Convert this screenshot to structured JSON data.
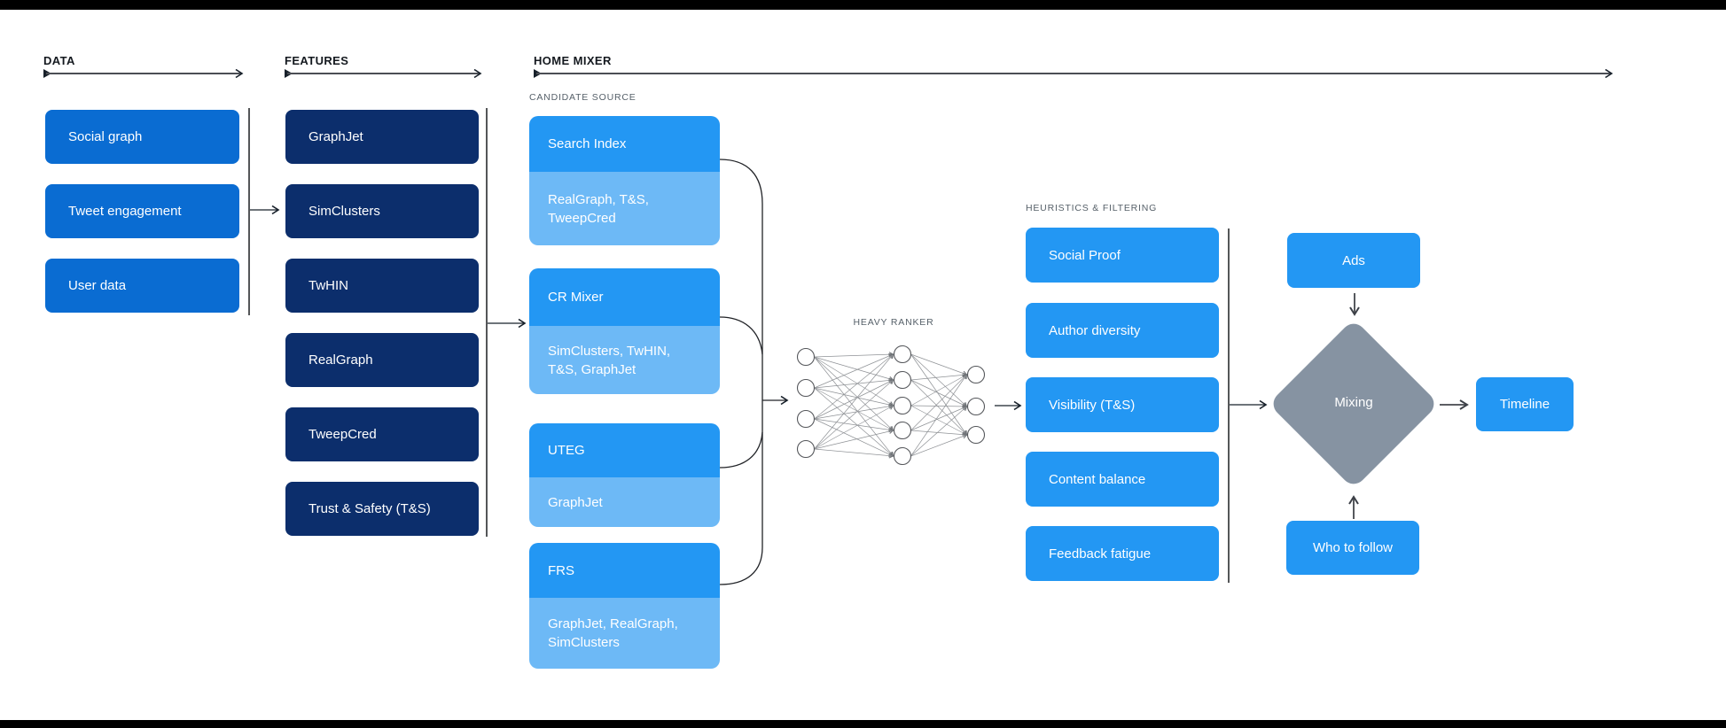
{
  "colors": {
    "mid-blue": "#0a6cd2",
    "navy": "#0c2e6c",
    "bright": "#2397f3",
    "light": "#6db9f6",
    "diamond": "#8693a2",
    "ink": "#14191f",
    "label": "#566069",
    "bar": "#000000",
    "bg": "#ffffff"
  },
  "sections": {
    "data": {
      "label": "DATA",
      "items": [
        "Social graph",
        "Tweet engagement",
        "User data"
      ]
    },
    "features": {
      "label": "FEATURES",
      "items": [
        "GraphJet",
        "SimClusters",
        "TwHIN",
        "RealGraph",
        "TweepCred",
        "Trust & Safety (T&S)"
      ]
    },
    "home_mixer": {
      "label": "HOME MIXER",
      "candidate_source": {
        "label": "CANDIDATE SOURCE",
        "items": [
          {
            "name": "Search Index",
            "inputs": "RealGraph, T&S,\nTweepCred"
          },
          {
            "name": "CR Mixer",
            "inputs": "SimClusters, TwHIN,\nT&S, GraphJet"
          },
          {
            "name": "UTEG",
            "inputs": "GraphJet"
          },
          {
            "name": "FRS",
            "inputs": "GraphJet, RealGraph,\nSimClusters"
          }
        ]
      },
      "heavy_ranker": {
        "label": "HEAVY RANKER"
      },
      "heuristics": {
        "label": "HEURISTICS & FILTERING",
        "items": [
          "Social Proof",
          "Author diversity",
          "Visibility (T&S)",
          "Content balance",
          "Feedback fatigue"
        ]
      },
      "mixing": {
        "label": "Mixing",
        "ads": "Ads",
        "who_to_follow": "Who to follow"
      },
      "timeline": {
        "label": "Timeline"
      }
    }
  }
}
